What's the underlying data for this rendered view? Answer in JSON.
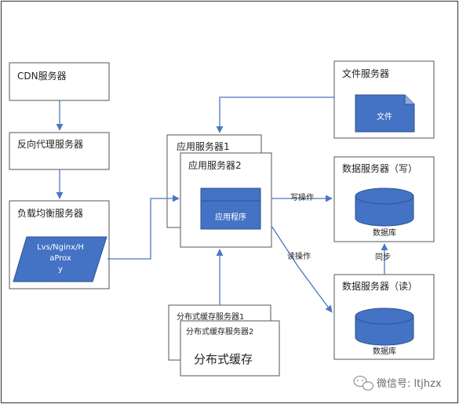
{
  "nodes": {
    "cdn": "CDN服务器",
    "reverse_proxy": "反向代理服务器",
    "load_balancer": "负载均衡服务器",
    "lb_software": [
      "Lvs/Nginx/H",
      "aProx",
      "y"
    ],
    "file_server": "文件服务器",
    "file_doc": "文件",
    "app_server_1": "应用服务器1",
    "app_server_2": "应用服务器2",
    "app_program": "应用程序",
    "db_write": "数据服务器（写）",
    "db_write_cyl": "数据库",
    "db_read": "数据服务器（读）",
    "db_read_cyl": "数据库",
    "cache_1": "分布式缓存服务器1",
    "cache_2": "分布式缓存服务器2",
    "cache_label": "分布式缓存"
  },
  "edges": {
    "write_op": "写操作",
    "read_op": "读操作",
    "sync": "同步"
  },
  "watermark": {
    "icon": "wechat-icon",
    "text": "微信号: ltjhzx"
  },
  "colors": {
    "shape_fill": "#4472c4",
    "arrow": "#4a78c2",
    "border": "#555555"
  }
}
